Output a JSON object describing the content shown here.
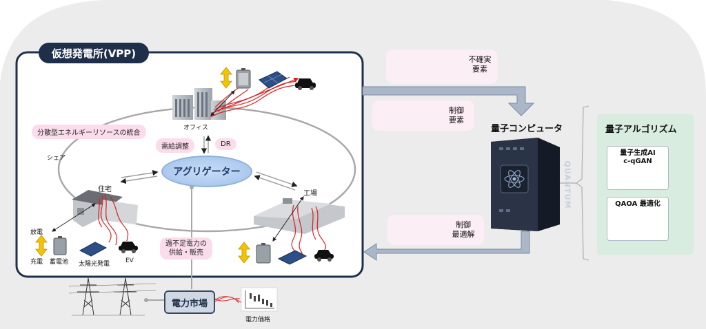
{
  "vpp": {
    "title": "仮想発電所(VPP)",
    "aggregator": "アグリゲーター",
    "integration_tag": "分散型エネルギーリソースの統合",
    "demand_supply_tag": "需給調整",
    "dr_tag": "DR",
    "share_label": "シェア",
    "office_label": "オフィス",
    "home_label": "住宅",
    "factory_label": "工場",
    "discharge_label": "放電",
    "charge_label": "充電",
    "battery_label": "蓄電池",
    "solar_label": "太陽光発電",
    "ev_label": "EV",
    "shortage_tag": "過不足電力の\n供給・販売"
  },
  "market": {
    "label": "電力市場",
    "price_label": "電力価格"
  },
  "inputs": {
    "uncertainty": "不確実\n要素",
    "control": "制御\n要素",
    "optimal": "制御\n最適解"
  },
  "quantum": {
    "computer_title": "量子コンピュータ",
    "device_text": "QUANTUM",
    "algorithms_title": "量子アルゴリズム",
    "algo1": "量子生成AI\nc-qGAN",
    "algo2": "QAOA 最適化"
  },
  "colors": {
    "vpp_border": "#1f2f4a",
    "pink_tag": "#fbdcea",
    "arrow_gray": "#aab7c8",
    "algo_panel": "#d8ecdf",
    "energy_red": "#d81b1b",
    "updown_yellow": "#f5c400"
  }
}
